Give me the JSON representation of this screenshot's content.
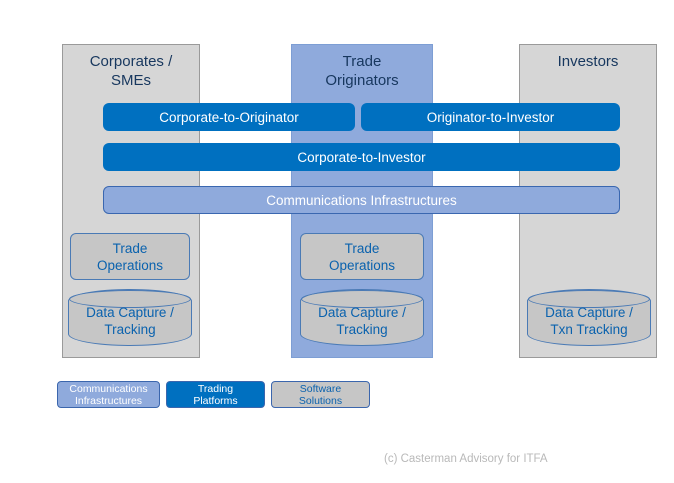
{
  "colors": {
    "dark_blue": "#0070C0",
    "light_blue": "#8FAADC",
    "navy_text": "#17375E",
    "gray_panel": "#D6D6D6",
    "gray_box": "#C6C6C6",
    "box_text_blue": "#0A62AE"
  },
  "columns": [
    {
      "label": "Corporates /\nSMEs"
    },
    {
      "label": "Trade\nOriginators"
    },
    {
      "label": "Investors"
    }
  ],
  "bars": {
    "corporate_to_originator": "Corporate-to-Originator",
    "originator_to_investor": "Originator-to-Investor",
    "corporate_to_investor": "Corporate-to-Investor",
    "communications_infrastructures": "Communications Infrastructures"
  },
  "boxes": {
    "trade_operations_left": "Trade\nOperations",
    "trade_operations_middle": "Trade\nOperations",
    "data_capture_left": "Data Capture /\nTracking",
    "data_capture_middle": "Data Capture /\nTracking",
    "data_capture_right": "Data Capture /\nTxn Tracking"
  },
  "legend": [
    {
      "label": "Communications\nInfrastructures"
    },
    {
      "label": "Trading\nPlatforms"
    },
    {
      "label": "Software\nSolutions"
    }
  ],
  "footer": "(c) Casterman Advisory for ITFA"
}
